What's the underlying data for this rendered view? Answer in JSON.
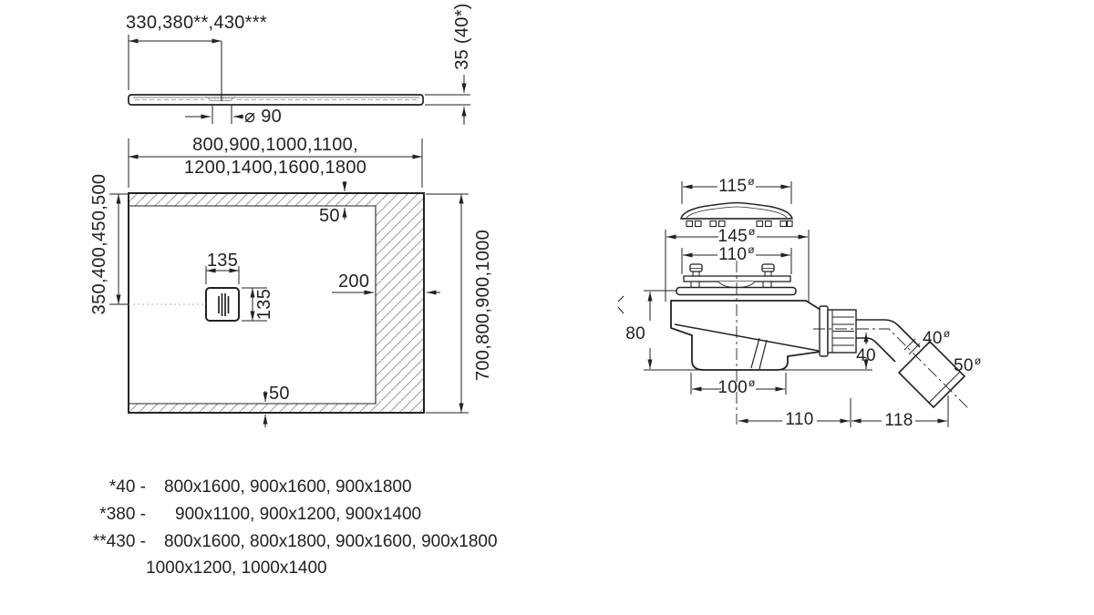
{
  "side_view": {
    "width_dim": "330,380**,430***",
    "drain_dia": "⌀ 90",
    "height_dim": "35 (40*)"
  },
  "top_view": {
    "width_dim_line1": "800,900,1000,1100,",
    "width_dim_line2": "1200,1400,1600,1800",
    "left_offset_dim": "350,400,450,500",
    "right_length_dim": "700,800,900,1000",
    "border_top": "50",
    "border_bottom": "50",
    "drain_width": "135",
    "drain_height": "135",
    "drain_edge_offset": "200"
  },
  "drain_unit": {
    "cap_dia": {
      "v": "115",
      "d": "ø"
    },
    "flange_dia": {
      "v": "145",
      "d": "ø"
    },
    "plate_dia": {
      "v": "110",
      "d": "ø"
    },
    "height": "80",
    "body_dia": {
      "v": "100",
      "d": "ø"
    },
    "outlet_height": "40",
    "outlet_dia": {
      "v": "40",
      "d": "ø"
    },
    "outlet_end_dia": {
      "v": "50",
      "d": "ø"
    },
    "dist_center_to_nut": "110",
    "dist_nut_to_end": "118"
  },
  "footnotes": [
    {
      "marker": "*40 -",
      "values": "800x1600, 900x1600, 900x1800"
    },
    {
      "marker": "*380 -",
      "values": "900x1100, 900x1200, 900x1400"
    },
    {
      "marker": "**430 -",
      "values": "800x1600, 800x1800, 900x1600, 900x1800"
    },
    {
      "marker": "",
      "values": "1000x1200, 1000x1400"
    }
  ]
}
